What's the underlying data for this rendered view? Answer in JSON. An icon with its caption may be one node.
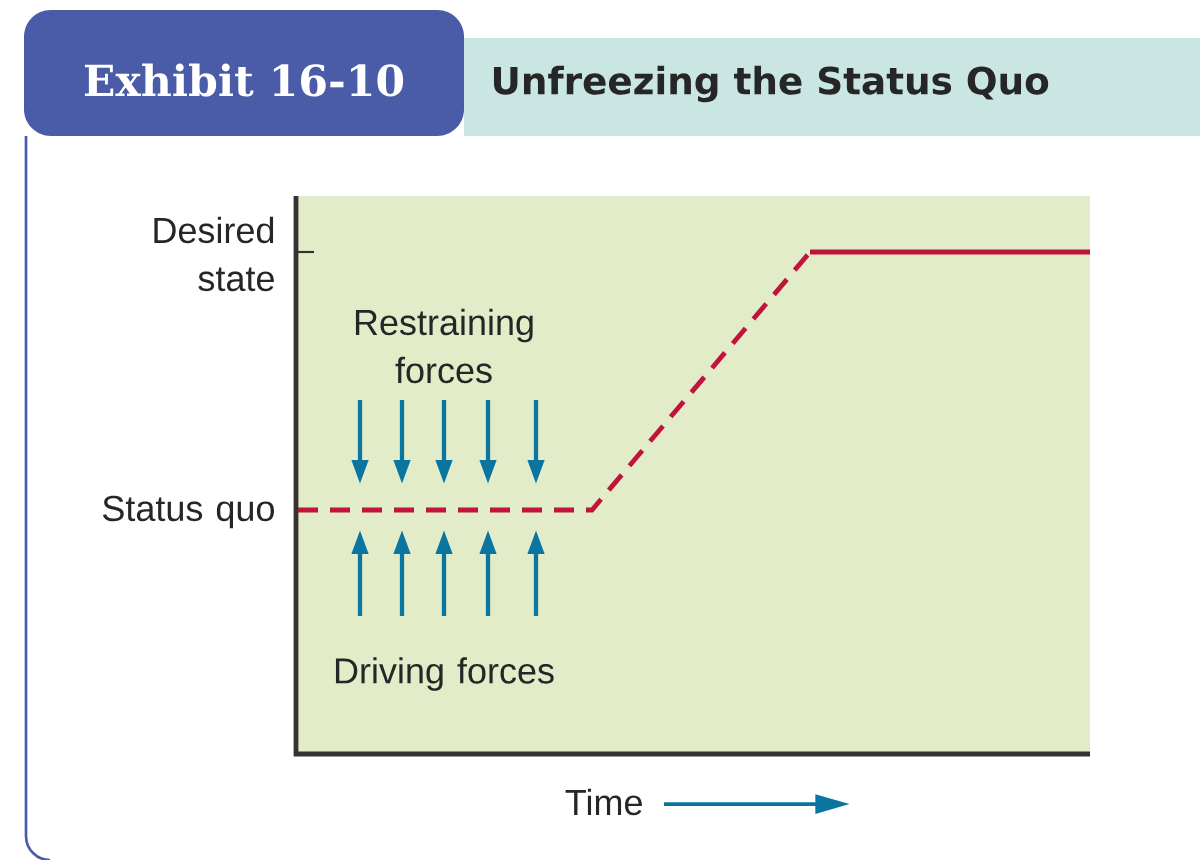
{
  "diagram": {
    "title": "Unfreezing the Status Quo",
    "labels": [
      "Exhibit 16-10",
      "Desired state",
      "Status quo",
      "Restraining forces",
      "Driving forces",
      "Time"
    ]
  }
}
